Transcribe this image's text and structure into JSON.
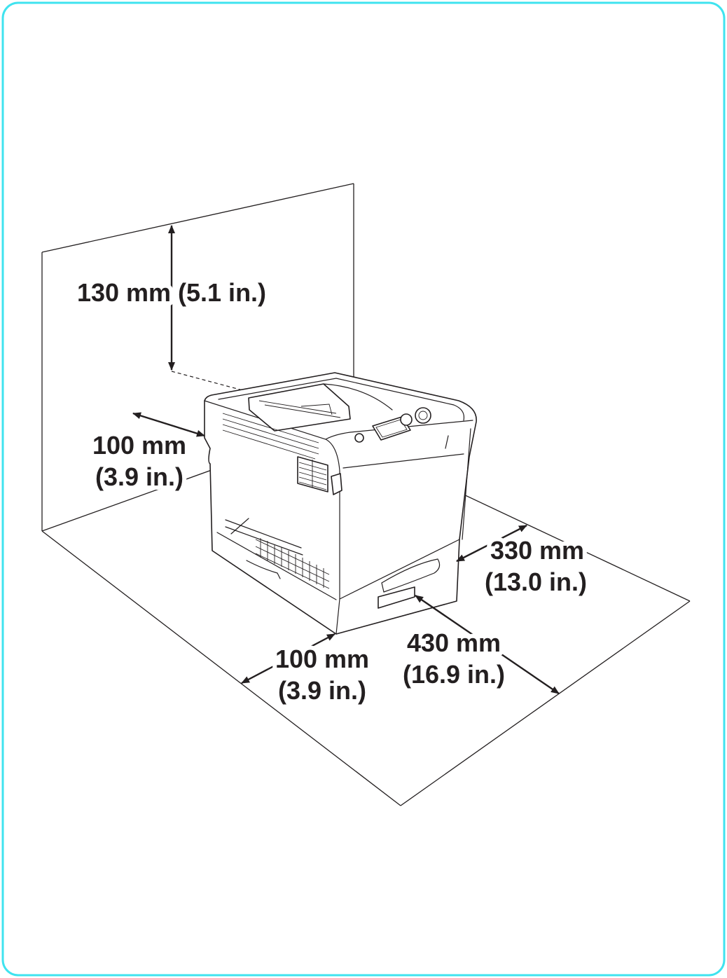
{
  "colors": {
    "frame": "#3fe3ef",
    "line": "#231f20",
    "background": "#ffffff"
  },
  "clearances": {
    "vertical": {
      "text": "130 mm (5.1 in.)"
    },
    "wall_left": {
      "mm": "100 mm",
      "in": "(3.9 in.)"
    },
    "floor_back": {
      "mm": "330 mm",
      "in": "(13.0 in.)"
    },
    "floor_front_right": {
      "mm": "430 mm",
      "in": "(16.9 in.)"
    },
    "floor_front_left": {
      "mm": "100 mm",
      "in": "(3.9 in.)"
    }
  }
}
